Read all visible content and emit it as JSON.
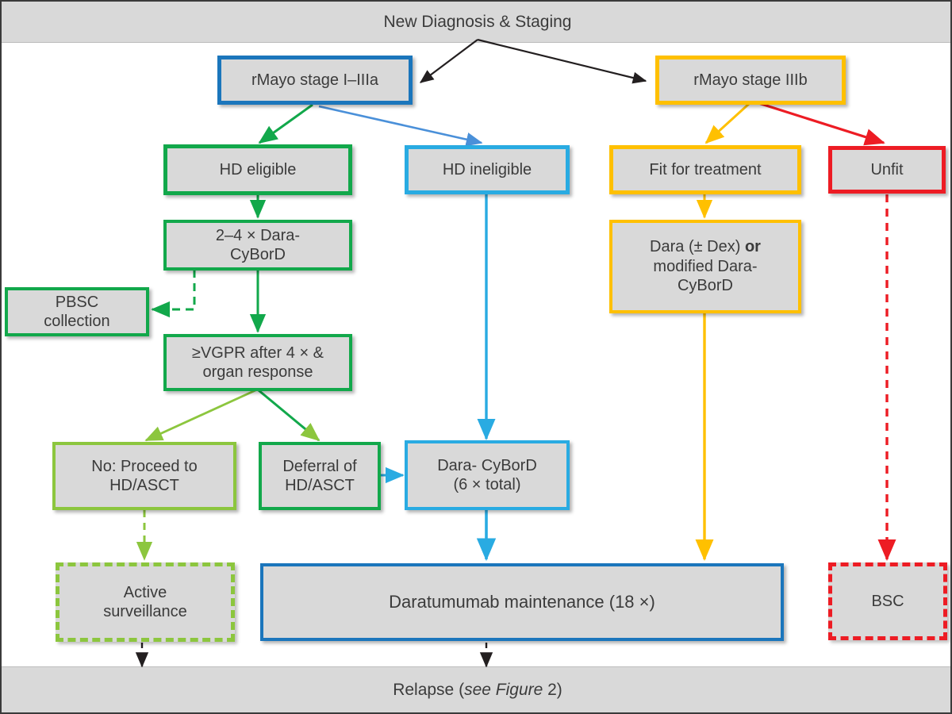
{
  "diagram": {
    "title": "New Diagnosis & Staging",
    "footer_prefix": "Relapse (",
    "footer_italic": "see Figure",
    "footer_suffix": " 2)"
  },
  "colors": {
    "green": "#12A84B",
    "light_green": "#8CC63E",
    "dark_blue": "#1B76BC",
    "light_blue": "#29ABE2",
    "yellow": "#FFC000",
    "red": "#ED1C24",
    "black": "#231F20",
    "box_fill": "#D9D9D9",
    "band_fill": "#D9D9D9",
    "text": "#3B3B3B"
  },
  "nodes": {
    "rmayo_early": {
      "label": "rMayo stage I–IIIa",
      "border": "#1B76BC"
    },
    "rmayo_late": {
      "label": "rMayo stage IIIb",
      "border": "#FFC000"
    },
    "hd_eligible": {
      "label": "HD eligible",
      "border": "#12A84B"
    },
    "hd_ineligible": {
      "label": "HD ineligible",
      "border": "#29ABE2"
    },
    "fit_for_treatment": {
      "label": "Fit for treatment",
      "border": "#FFC000"
    },
    "unfit": {
      "label": "Unfit",
      "border": "#ED1C24"
    },
    "dara_cyborD_2_4": {
      "line1": "2–4 × Dara-",
      "line2": "CyBorD",
      "border": "#12A84B"
    },
    "pbsc": {
      "line1": "PBSC",
      "line2": "collection",
      "border": "#12A84B"
    },
    "vgpr": {
      "line1": "≥VGPR after 4 × &",
      "line2": "organ response",
      "border": "#12A84B"
    },
    "dara_dex": {
      "line1": "Dara (± Dex) ",
      "bold": "or",
      "line2": "modified Dara-",
      "line3": "CyBorD",
      "border": "#FFC000"
    },
    "proceed_asct": {
      "line1": "No: Proceed to",
      "line2": "HD/ASCT",
      "border": "#8CC63E"
    },
    "deferral_asct": {
      "line1": "Deferral of",
      "line2": "HD/ASCT",
      "border": "#12A84B"
    },
    "dara_cyborD_6": {
      "line1": "Dara- CyBorD",
      "line2": "(6 × total)",
      "border": "#29ABE2"
    },
    "active_surveillance": {
      "line1": "Active",
      "line2": "surveillance",
      "border": "#8CC63E"
    },
    "dara_maintenance": {
      "label": "Daratumumab maintenance (18 ×)",
      "border": "#1B76BC"
    },
    "bsc": {
      "label": "BSC",
      "border": "#ED1C24"
    }
  },
  "edges": [
    {
      "name": "staging-to-early",
      "from": "New Diagnosis & Staging",
      "to": "rMayo stage I–IIIa",
      "color": "#231F20",
      "style": "solid"
    },
    {
      "name": "staging-to-late",
      "from": "New Diagnosis & Staging",
      "to": "rMayo stage IIIb",
      "color": "#231F20",
      "style": "solid"
    },
    {
      "name": "early-to-hd-eligible",
      "from": "rMayo stage I–IIIa",
      "to": "HD eligible",
      "color": "#12A84B",
      "style": "solid"
    },
    {
      "name": "early-to-hd-ineligible",
      "from": "rMayo stage I–IIIa",
      "to": "HD ineligible",
      "color": "#4A90D9",
      "style": "solid"
    },
    {
      "name": "late-to-fit",
      "from": "rMayo stage IIIb",
      "to": "Fit for treatment",
      "color": "#FFC000",
      "style": "solid"
    },
    {
      "name": "late-to-unfit",
      "from": "rMayo stage IIIb",
      "to": "Unfit",
      "color": "#ED1C24",
      "style": "solid"
    },
    {
      "name": "hd-eligible-to-dara24",
      "from": "HD eligible",
      "to": "2–4 × Dara-CyBorD",
      "color": "#12A84B",
      "style": "solid"
    },
    {
      "name": "dara24-to-pbsc",
      "from": "2–4 × Dara-CyBorD",
      "to": "PBSC collection",
      "color": "#12A84B",
      "style": "dashed"
    },
    {
      "name": "dara24-to-vgpr",
      "from": "2–4 × Dara-CyBorD",
      "to": "≥VGPR after 4 × & organ response",
      "color": "#12A84B",
      "style": "solid"
    },
    {
      "name": "vgpr-to-proceed",
      "from": "≥VGPR after 4 × & organ response",
      "to": "No: Proceed to HD/ASCT",
      "color": "#8CC63E",
      "style": "solid"
    },
    {
      "name": "vgpr-to-deferral",
      "from": "≥VGPR after 4 × & organ response",
      "to": "Deferral of HD/ASCT",
      "color": "#12A84B",
      "style": "solid"
    },
    {
      "name": "deferral-to-dara6",
      "from": "Deferral of HD/ASCT",
      "to": "Dara- CyBorD (6 × total)",
      "color": "#29ABE2",
      "style": "solid"
    },
    {
      "name": "hd-ineligible-to-dara6",
      "from": "HD ineligible",
      "to": "Dara- CyBorD (6 × total)",
      "color": "#29ABE2",
      "style": "solid"
    },
    {
      "name": "dara6-to-maintenance",
      "from": "Dara- CyBorD (6 × total)",
      "to": "Daratumumab maintenance (18 ×)",
      "color": "#29ABE2",
      "style": "solid"
    },
    {
      "name": "fit-to-daradex",
      "from": "Fit for treatment",
      "to": "Dara (± Dex) or modified Dara-CyBorD",
      "color": "#FFC000",
      "style": "solid"
    },
    {
      "name": "daradex-to-maintenance",
      "from": "Dara (± Dex) or modified Dara-CyBorD",
      "to": "Daratumumab maintenance (18 ×)",
      "color": "#FFC000",
      "style": "solid"
    },
    {
      "name": "unfit-to-bsc",
      "from": "Unfit",
      "to": "BSC",
      "color": "#ED1C24",
      "style": "dashed"
    },
    {
      "name": "proceed-to-surveillance",
      "from": "No: Proceed to HD/ASCT",
      "to": "Active surveillance",
      "color": "#8CC63E",
      "style": "dashed"
    },
    {
      "name": "surveillance-to-relapse",
      "from": "Active surveillance",
      "to": "Relapse",
      "color": "#231F20",
      "style": "dashed"
    },
    {
      "name": "maintenance-to-relapse",
      "from": "Daratumumab maintenance (18 ×)",
      "to": "Relapse",
      "color": "#231F20",
      "style": "dashed"
    }
  ]
}
